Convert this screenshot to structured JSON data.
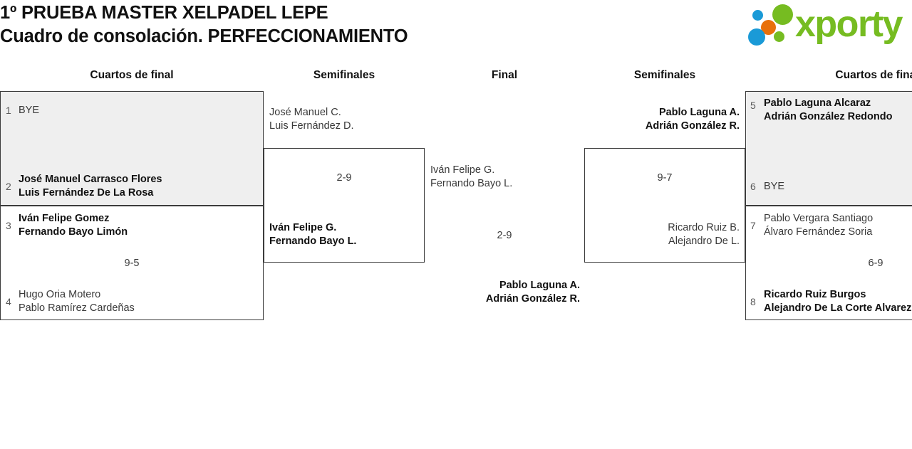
{
  "header": {
    "title_line1": "1º PRUEBA MASTER XELPADEL LEPE",
    "title_line2": "Cuadro de consolación. PERFECCIONAMIENTO",
    "logo_text": "xporty",
    "logo_colors": {
      "green": "#76bc21",
      "blue": "#1a9ad7",
      "orange": "#e8700a"
    }
  },
  "rounds": {
    "qf_left": "Cuartos de final",
    "sf_left": "Semifinales",
    "final": "Final",
    "sf_right": "Semifinales",
    "qf_right": "Cuartos de final"
  },
  "bracket": {
    "qf_left": [
      {
        "seed_top": "1",
        "top_line1": "BYE",
        "top_line2": "",
        "seed_bottom": "2",
        "bottom_line1": "José Manuel Carrasco Flores",
        "bottom_line2": "Luis Fernández De La Rosa",
        "score": "",
        "winner": "bottom",
        "highlight": true
      },
      {
        "seed_top": "3",
        "top_line1": "Iván Felipe Gomez",
        "top_line2": "Fernando Bayo Limón",
        "seed_bottom": "4",
        "bottom_line1": "Hugo Oria Motero",
        "bottom_line2": "Pablo Ramírez Cardeñas",
        "score": "9-5",
        "winner": "top",
        "highlight": false
      }
    ],
    "sf_left": {
      "top_line1": "José Manuel C.",
      "top_line2": "Luis Fernández D.",
      "bottom_line1": "Iván Felipe G.",
      "bottom_line2": "Fernando Bayo L.",
      "score": "2-9",
      "winner": "bottom"
    },
    "final": {
      "top_line1": "Iván Felipe G.",
      "top_line2": "Fernando Bayo L.",
      "bottom_line1": "Pablo Laguna A.",
      "bottom_line2": "Adrián González R.",
      "score": "2-9",
      "winner": "bottom"
    },
    "sf_right": {
      "top_line1": "Pablo Laguna A.",
      "top_line2": "Adrián González R.",
      "bottom_line1": "Ricardo Ruiz B.",
      "bottom_line2": "Alejandro De L.",
      "score": "9-7",
      "winner": "top"
    },
    "qf_right": [
      {
        "seed_top": "5",
        "top_line1": "Pablo Laguna Alcaraz",
        "top_line2": "Adrián González Redondo",
        "seed_bottom": "6",
        "bottom_line1": "BYE",
        "bottom_line2": "",
        "score": "",
        "winner": "top",
        "highlight": true
      },
      {
        "seed_top": "7",
        "top_line1": "Pablo Vergara Santiago",
        "top_line2": "Álvaro Fernández Soria",
        "seed_bottom": "8",
        "bottom_line1": "Ricardo Ruiz Burgos",
        "bottom_line2": "Alejandro De La Corte Alvarez",
        "score": "6-9",
        "winner": "bottom",
        "highlight": false
      }
    ]
  }
}
